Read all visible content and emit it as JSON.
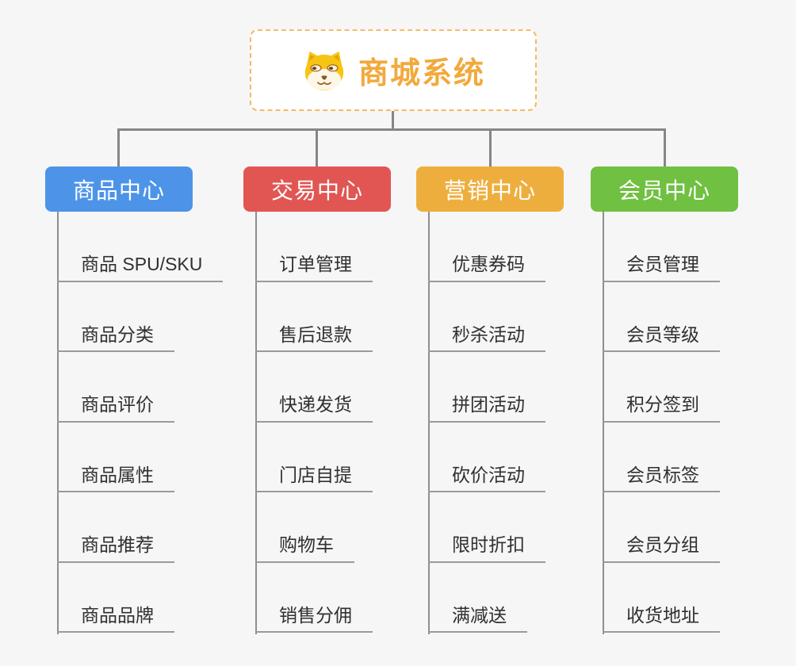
{
  "root": {
    "title": "商城系统",
    "icon": "dog-face-icon"
  },
  "branches": [
    {
      "label": "商品中心",
      "color": "#4d94e9",
      "items": [
        "商品 SPU/SKU",
        "商品分类",
        "商品评价",
        "商品属性",
        "商品推荐",
        "商品品牌"
      ]
    },
    {
      "label": "交易中心",
      "color": "#e15653",
      "items": [
        "订单管理",
        "售后退款",
        "快递发货",
        "门店自提",
        "购物车",
        "销售分佣"
      ]
    },
    {
      "label": "营销中心",
      "color": "#eeae3e",
      "items": [
        "优惠券码",
        "秒杀活动",
        "拼团活动",
        "砍价活动",
        "限时折扣",
        "满减送"
      ]
    },
    {
      "label": "会员中心",
      "color": "#70c041",
      "items": [
        "会员管理",
        "会员等级",
        "积分签到",
        "会员标签",
        "会员分组",
        "收货地址"
      ]
    }
  ],
  "colors": {
    "background": "#f6f6f6",
    "root_accent": "#f2a93c",
    "root_border": "#f4b96a",
    "connector_gray": "#868686",
    "underline_gray": "#9a9a9a",
    "item_text": "#303033",
    "branch_blue": "#4d94e9",
    "branch_red": "#e15653",
    "branch_orange": "#eeae3e",
    "branch_green": "#70c041"
  }
}
